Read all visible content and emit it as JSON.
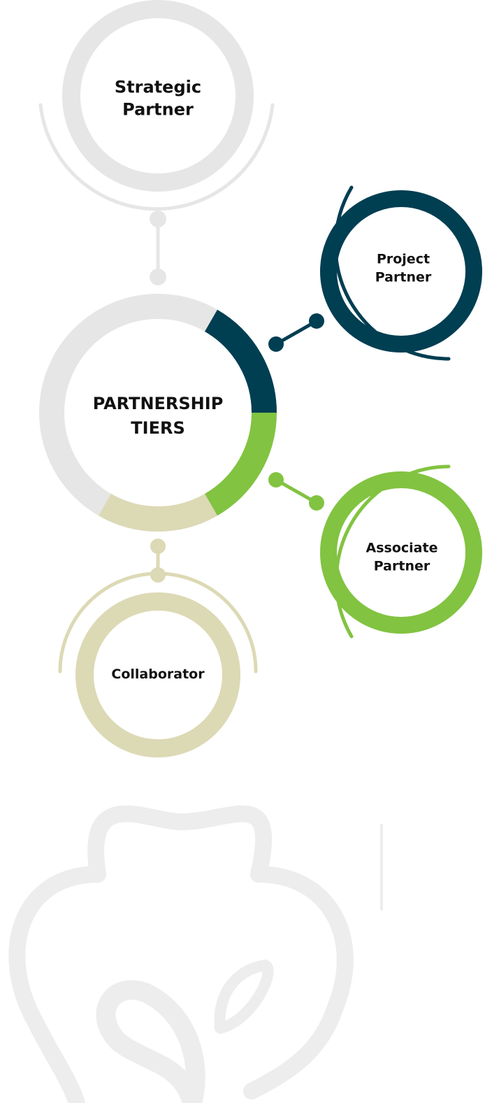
{
  "colors": {
    "strategic": "#e6e6e6",
    "project": "#003e52",
    "associate": "#82c341",
    "collaborator": "#dcd9b5",
    "watermark": "#ededed"
  },
  "center": {
    "title_line1": "PARTNERSHIP",
    "title_line2": "TIERS"
  },
  "tiers": {
    "strategic": {
      "line1": "Strategic",
      "line2": "Partner"
    },
    "project": {
      "line1": "Project",
      "line2": "Partner"
    },
    "associate": {
      "line1": "Associate",
      "line2": "Partner"
    },
    "collaborator": {
      "line1": "Collaborator"
    }
  },
  "watermark_icon": "cotton-boll-logo-icon"
}
